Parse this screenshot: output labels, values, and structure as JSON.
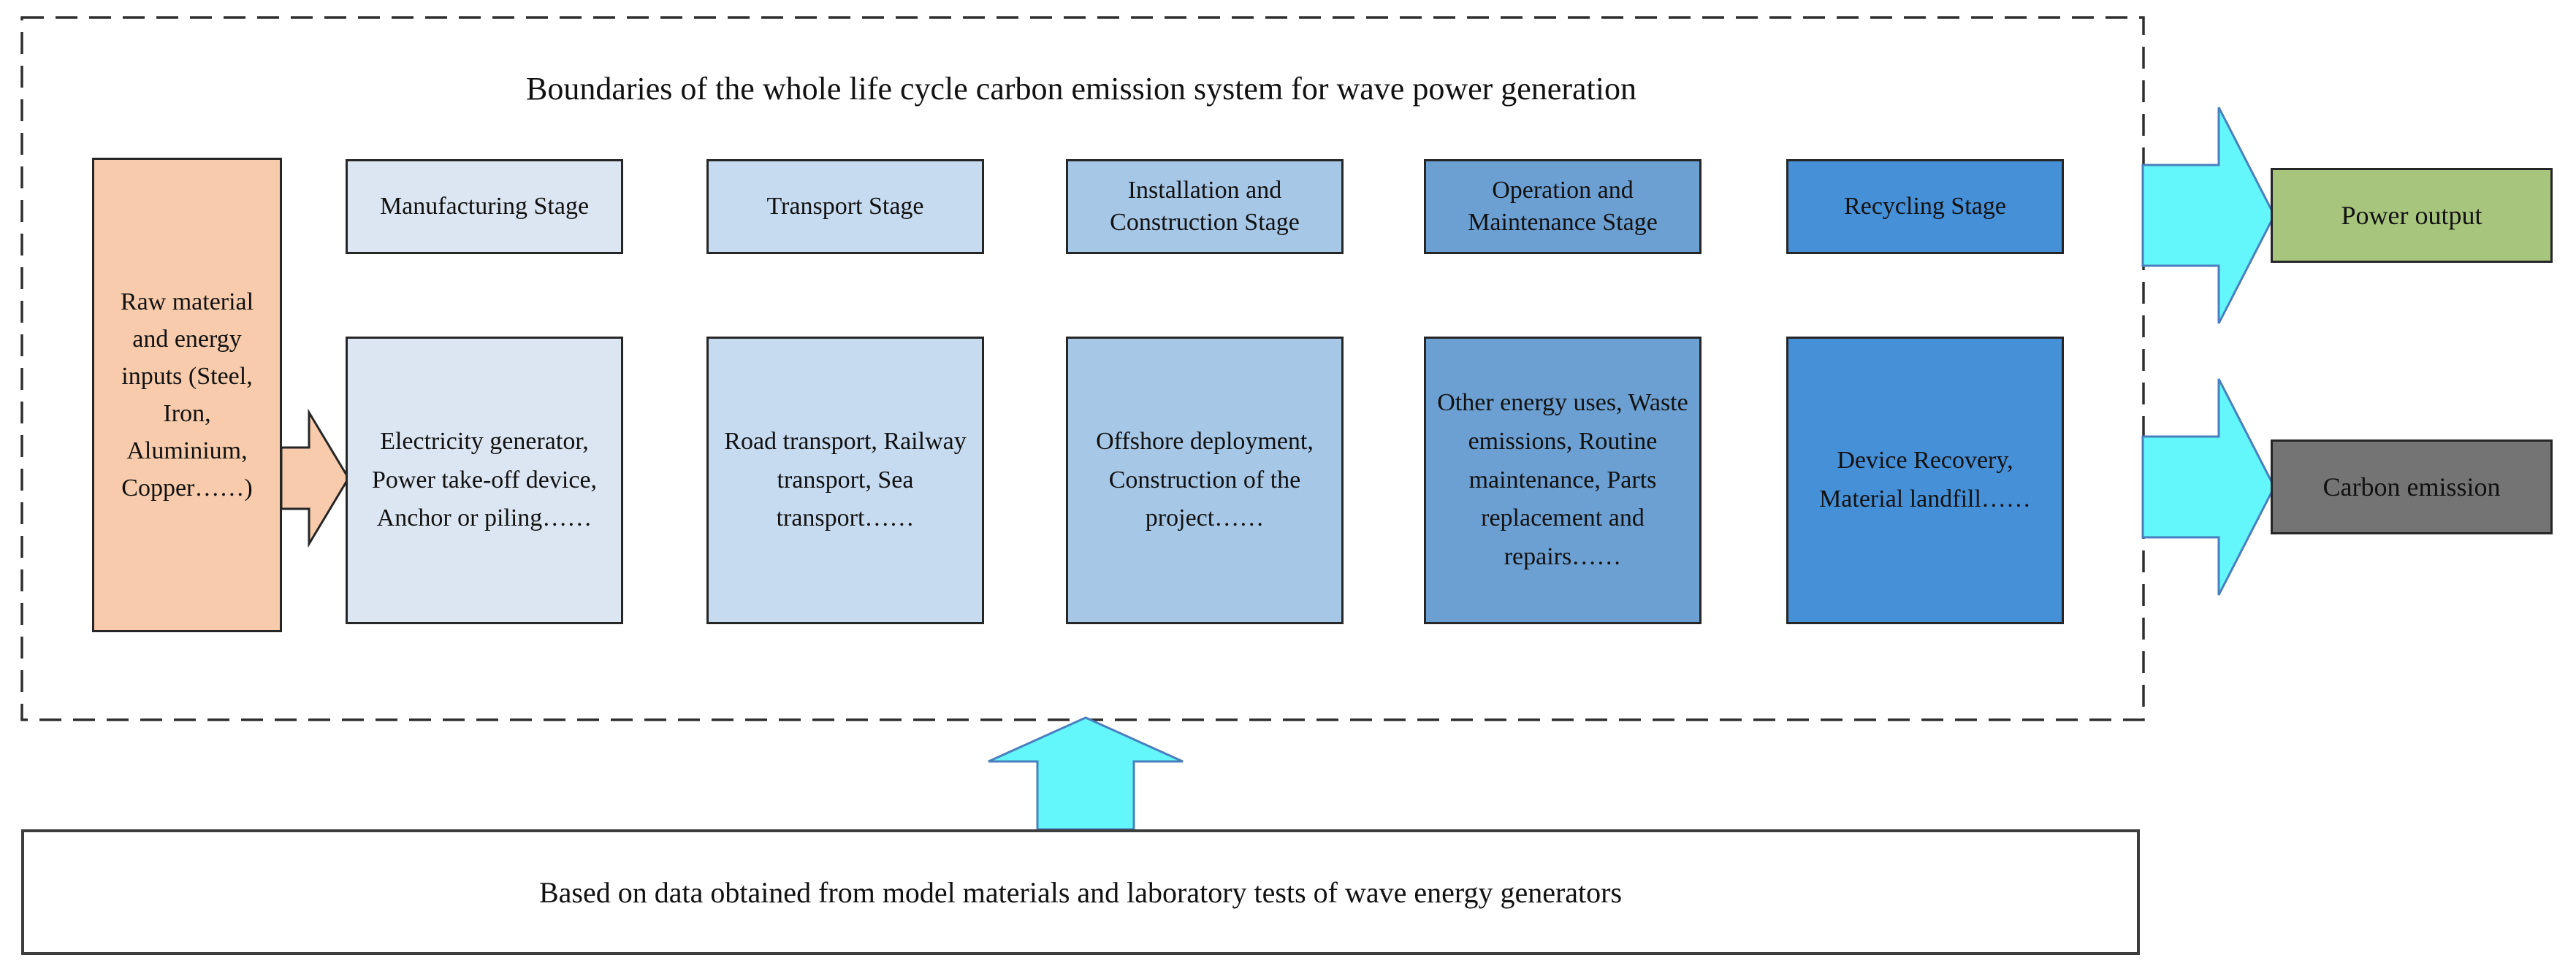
{
  "colors": {
    "raw_box": "#f7cbab",
    "box_border": "#262626",
    "cyan_arrow": "#63f7fb",
    "cyan_arrow_border": "#4a7fbe",
    "dash_border": "#2e2e2e",
    "note_border": "#3d3d3d"
  },
  "boundary": {
    "title": "Boundaries of the whole life cycle carbon emission system for wave power generation"
  },
  "raw_input": {
    "text": "Raw material and energy inputs （Steel, Iron, Aluminium, Copper……）"
  },
  "stages": [
    {
      "header": "Manufacturing Stage",
      "items": "Electricity generator、 Power take-off device、 Anchor or piling……",
      "color": "#dce6f2"
    },
    {
      "header": "Transport Stage",
      "items": "Road transport、 Railway transport, Sea transport……",
      "color": "#c6dbf0"
    },
    {
      "header": "Installation and Construction Stage",
      "items": "Offshore deployment、 Construction of the project……",
      "color": "#a7c7e7"
    },
    {
      "header": "Operation and Maintenance Stage",
      "items": "Other energy uses、 Waste emissions、 Routine maintenance、 Parts replacement and repairs……",
      "color": "#6da0d2"
    },
    {
      "header": "Recycling Stage",
      "items": "Device Recovery、 Material landfill……",
      "color": "#4690d8"
    }
  ],
  "outputs": [
    {
      "label": "Power output",
      "color": "#a7c57d"
    },
    {
      "label": "Carbon emission",
      "color": "#747474"
    }
  ],
  "bottom_note": "Based on data obtained from model materials and laboratory tests of wave energy generators"
}
